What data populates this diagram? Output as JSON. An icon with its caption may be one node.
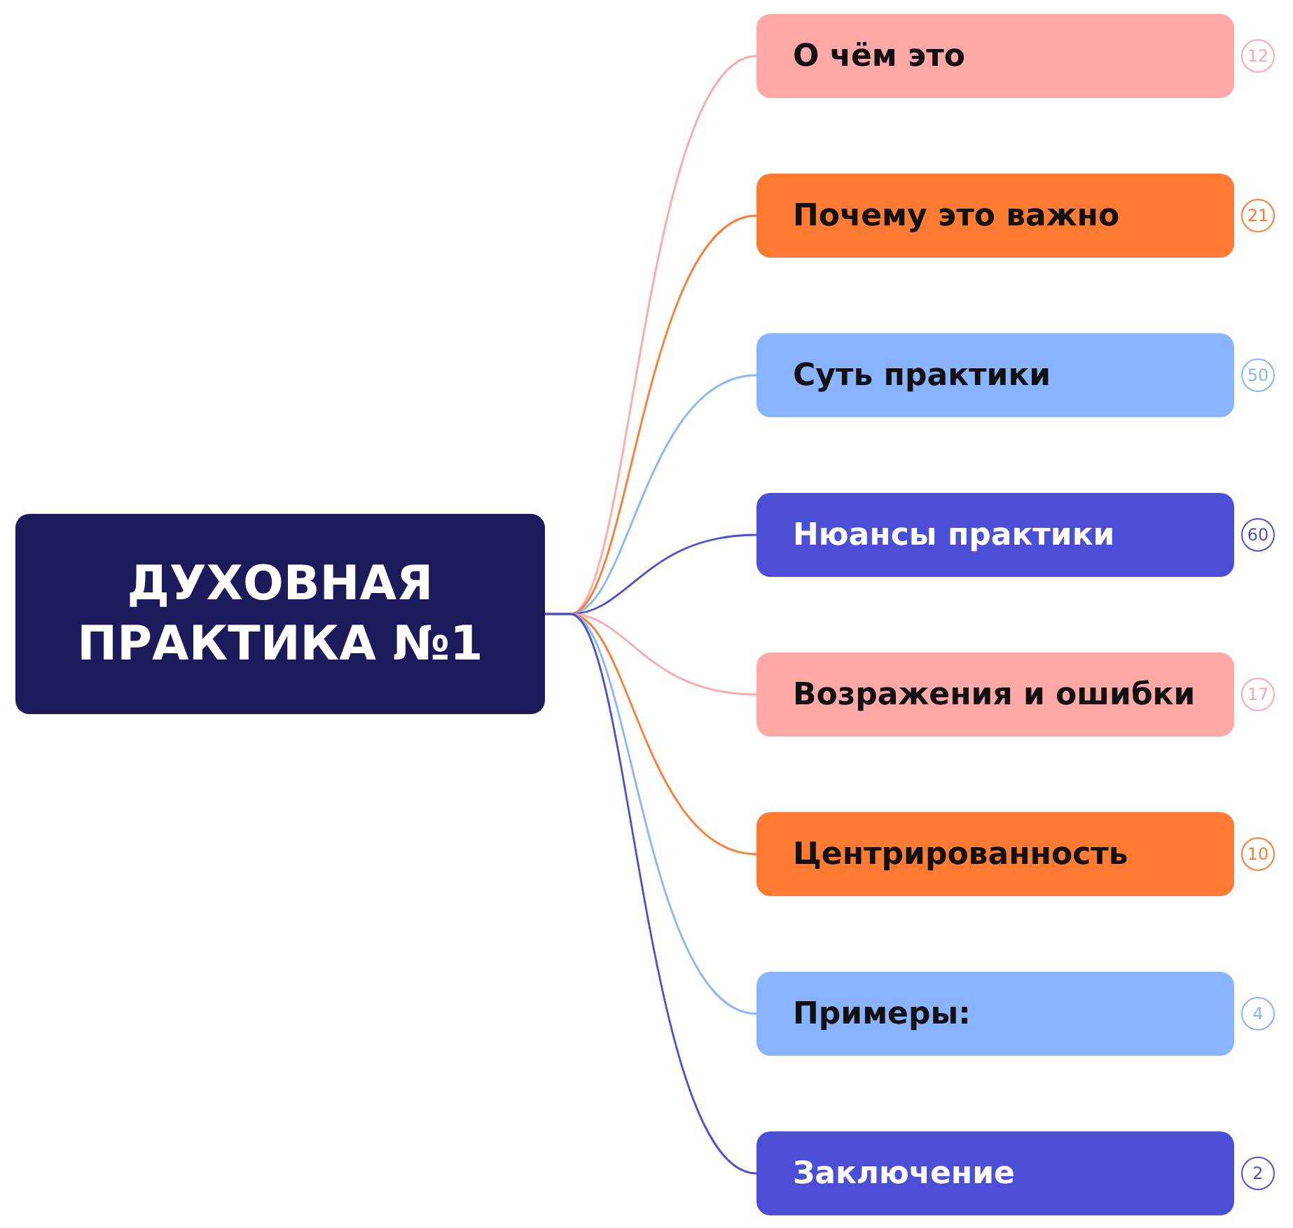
{
  "diagram": {
    "nodes": [
      {
        "text": [
          "ДУХОВНАЯ ПРАКТИКА №1"
        ]
      },
      {
        "text": [
          "О чём это"
        ],
        "beside": [
          "12"
        ]
      },
      {
        "text": [
          "Почему это важно"
        ],
        "beside": [
          "21"
        ]
      },
      {
        "text": [
          "Суть практики"
        ],
        "beside": [
          "50"
        ]
      },
      {
        "text": [
          "Нюансы практики"
        ],
        "beside": [
          "60"
        ]
      },
      {
        "text": [
          "Возражения и ошибки"
        ],
        "beside": [
          "17"
        ]
      },
      {
        "text": [
          "Центрированность"
        ],
        "beside": [
          "10"
        ]
      },
      {
        "text": [
          "Примеры:"
        ],
        "beside": [
          "4"
        ]
      },
      {
        "text": [
          "Заключение"
        ],
        "beside": [
          "2"
        ]
      }
    ],
    "edges": [
      {
        "from": 0,
        "to": 1,
        "arrow": "none",
        "color": "#ffa8a8"
      },
      {
        "from": 0,
        "to": 2,
        "arrow": "none",
        "color": "#ff7a33"
      },
      {
        "from": 0,
        "to": 3,
        "arrow": "none",
        "color": "#8ab4ff"
      },
      {
        "from": 0,
        "to": 4,
        "arrow": "none",
        "color": "#4a4fd6"
      },
      {
        "from": 0,
        "to": 5,
        "arrow": "none",
        "color": "#ffa8a8"
      },
      {
        "from": 0,
        "to": 6,
        "arrow": "none",
        "color": "#ff7a33"
      },
      {
        "from": 0,
        "to": 7,
        "arrow": "none",
        "color": "#8ab4ff"
      },
      {
        "from": 0,
        "to": 8,
        "arrow": "none",
        "color": "#4a4fd6"
      }
    ]
  }
}
